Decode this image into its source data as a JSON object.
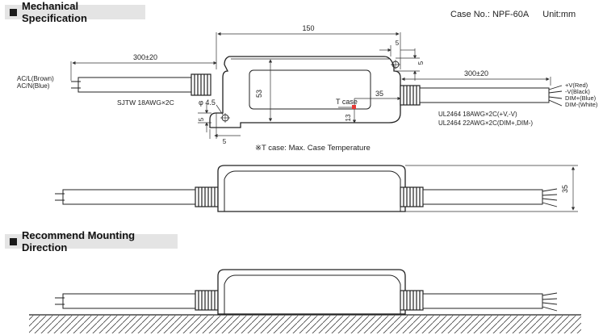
{
  "headers": {
    "mechanical": "Mechanical Specification",
    "mounting": "Recommend Mounting Direction"
  },
  "case_info": {
    "case_no": "Case No.: NPF-60A",
    "unit": "Unit:mm"
  },
  "dimensions": {
    "overall_length": "150",
    "left_cable_length": "300±20",
    "right_cable_length": "300±20",
    "height": "53",
    "mount_hole": "φ 4.5",
    "tab_width": "5",
    "tab_height": "5",
    "tab_top_w": "5",
    "tab_top_h": "5",
    "tcase_x": "35",
    "tcase_y": "13",
    "thickness": "35"
  },
  "labels": {
    "ac_l": "AC/L(Brown)",
    "ac_n": "AC/N(Blue)",
    "input_cable": "SJTW 18AWG×2C",
    "tcase": "T case",
    "vplus": "+V(Red)",
    "vminus": "-V(Black)",
    "dimplus": "DIM+(Blue)",
    "dimminus": "DIM-(White)",
    "ul_power": "UL2464 18AWG×2C(+V,-V)",
    "ul_dim": "UL2464 22AWG×2C(DIM+,DIM-)",
    "tcase_note": "※T case: Max. Case Temperature"
  }
}
